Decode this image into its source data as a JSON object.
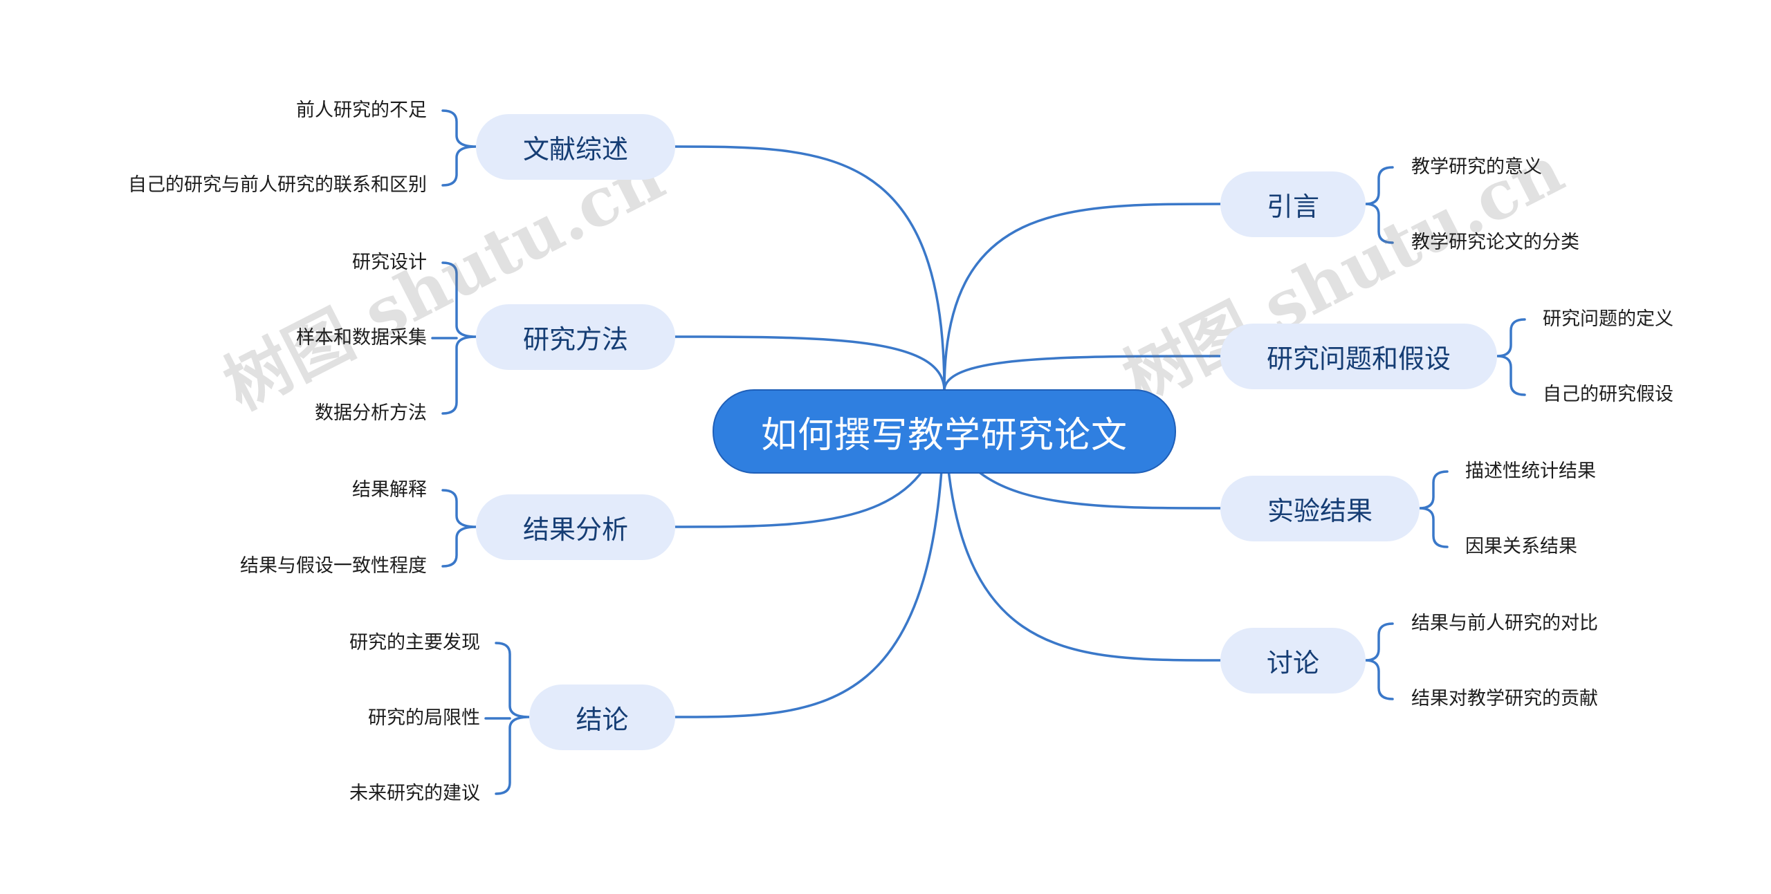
{
  "root": {
    "label": "如何撰写教学研究论文"
  },
  "left_branches": [
    {
      "label": "文献综述",
      "items": [
        "前人研究的不足",
        "自己的研究与前人研究的联系和区别"
      ]
    },
    {
      "label": "研究方法",
      "items": [
        "研究设计",
        "样本和数据采集",
        "数据分析方法"
      ]
    },
    {
      "label": "结果分析",
      "items": [
        "结果解释",
        "结果与假设一致性程度"
      ]
    },
    {
      "label": "结论",
      "items": [
        "研究的主要发现",
        "研究的局限性",
        "未来研究的建议"
      ]
    }
  ],
  "right_branches": [
    {
      "label": "引言",
      "items": [
        "教学研究的意义",
        "教学研究论文的分类"
      ]
    },
    {
      "label": "研究问题和假设",
      "items": [
        "研究问题的定义",
        "自己的研究假设"
      ]
    },
    {
      "label": "实验结果",
      "items": [
        "描述性统计结果",
        "因果关系结果"
      ]
    },
    {
      "label": "讨论",
      "items": [
        "结果与前人研究的对比",
        "结果对教学研究的贡献"
      ]
    }
  ],
  "watermark": "树图 shutu.cn",
  "colors": {
    "root_fill": "#2f7fe0",
    "branch_fill": "#e3ebfb",
    "line": "#3a78c9",
    "branch_text": "#153d74"
  }
}
